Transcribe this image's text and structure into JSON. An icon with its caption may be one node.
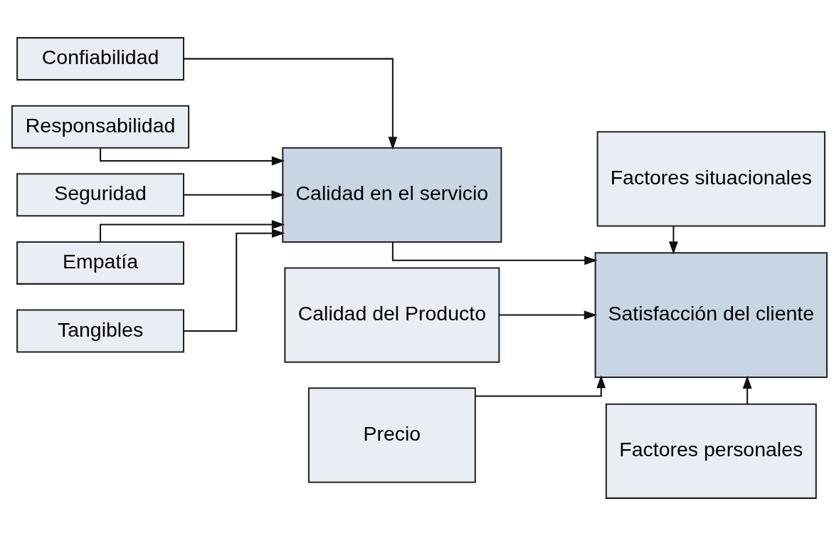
{
  "diagram": {
    "nodes": [
      {
        "text": [
          "Confiabilidad"
        ]
      },
      {
        "text": [
          "Responsabilidad"
        ]
      },
      {
        "text": [
          "Seguridad"
        ]
      },
      {
        "text": [
          "Empatía"
        ]
      },
      {
        "text": [
          "Tangibles"
        ]
      },
      {
        "text": [
          "Calidad en el servicio"
        ]
      },
      {
        "text": [
          "Calidad del Producto"
        ]
      },
      {
        "text": [
          "Precio"
        ]
      },
      {
        "text": [
          "Factores situacionales"
        ]
      },
      {
        "text": [
          "Satisfacción del cliente"
        ]
      },
      {
        "text": [
          "Factores personales"
        ]
      }
    ],
    "edges": [
      {
        "from": 0,
        "to": 5,
        "arrow": "to"
      },
      {
        "from": 1,
        "to": 5,
        "arrow": "to"
      },
      {
        "from": 2,
        "to": 5,
        "arrow": "to"
      },
      {
        "from": 3,
        "to": 5,
        "arrow": "to"
      },
      {
        "from": 4,
        "to": 5,
        "arrow": "to"
      },
      {
        "from": 5,
        "to": 9,
        "arrow": "to"
      },
      {
        "from": 6,
        "to": 9,
        "arrow": "to"
      },
      {
        "from": 7,
        "to": 9,
        "arrow": "to"
      },
      {
        "from": 8,
        "to": 9,
        "arrow": "to"
      },
      {
        "from": 10,
        "to": 9,
        "arrow": "to"
      }
    ]
  }
}
